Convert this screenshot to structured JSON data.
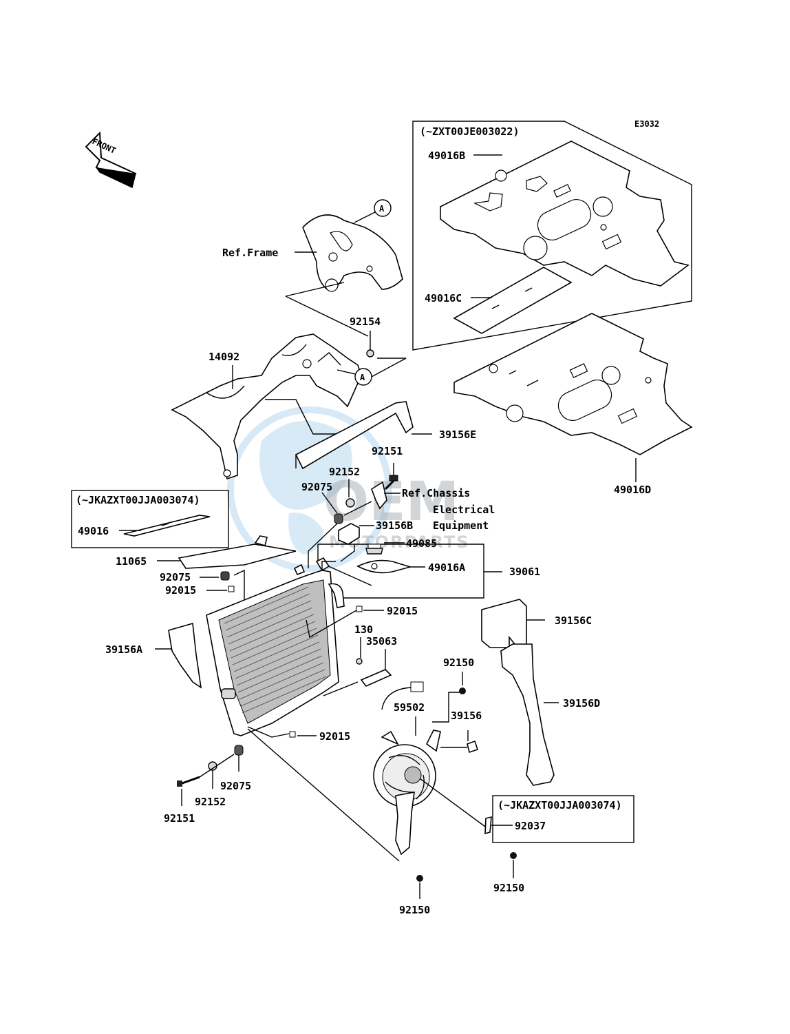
{
  "diagram": {
    "code": "E3032",
    "front_label": "FRONT",
    "circle_ref": "A",
    "notes": {
      "plate_set_range": "(~ZXT00JE003022)",
      "plate_49016_range": "(~JKAZXT00JJA003074)",
      "clip_range": "(~JKAZXT00JJA003074)",
      "ref_frame": "Ref.Frame",
      "ref_chassis_line1": "Ref.Chassis",
      "ref_chassis_line2": "Electrical",
      "ref_chassis_line3": "Equipment"
    },
    "parts": {
      "p49016B": "49016B",
      "p49016C": "49016C",
      "p49016D": "49016D",
      "p92154": "92154",
      "p14092": "14092",
      "p39156E": "39156E",
      "p92151a": "92151",
      "p92152a": "92152",
      "p92075a": "92075",
      "p39156B": "39156B",
      "p49016": "49016",
      "p11065": "11065",
      "p49085": "49085",
      "p49016A": "49016A",
      "p39061": "39061",
      "p92075b": "92075",
      "p92015a": "92015",
      "p92015b": "92015",
      "p39156C": "39156C",
      "p130": "130",
      "p35063": "35063",
      "p39156A": "39156A",
      "p92150a": "92150",
      "p59502": "59502",
      "p39156": "39156",
      "p39156D": "39156D",
      "p92015c": "92015",
      "p92075c": "92075",
      "p92152b": "92152",
      "p92151b": "92151",
      "p92037": "92037",
      "p92150b": "92150",
      "p92150c": "92150"
    }
  },
  "watermark": {
    "brand": "OEM",
    "sub": "MOTORPARTS"
  }
}
